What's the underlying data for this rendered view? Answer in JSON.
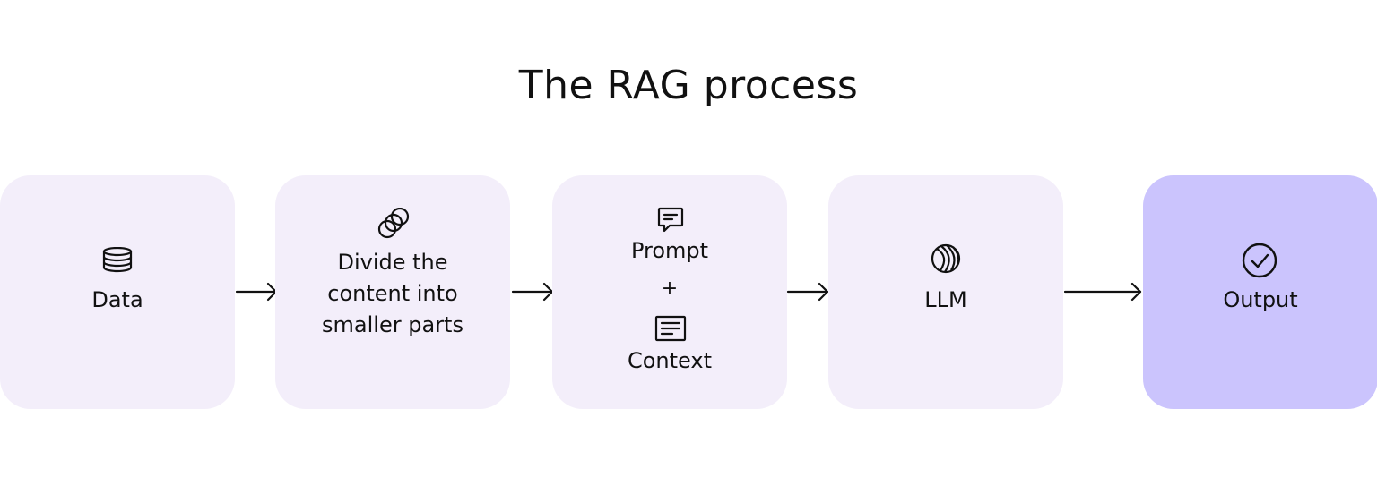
{
  "title": "The RAG process",
  "steps": [
    {
      "label": "Data",
      "icon": "database-icon"
    },
    {
      "label": "Divide the\ncontent into\nsmaller parts",
      "icon": "linked-circles-icon"
    },
    {
      "prompt_label": "Prompt",
      "plus": "+",
      "context_label": "Context",
      "prompt_icon": "chat-bubble-icon",
      "context_icon": "document-icon"
    },
    {
      "label": "LLM",
      "icon": "globe-sphere-icon"
    },
    {
      "label": "Output",
      "icon": "check-circle-icon"
    }
  ],
  "colors": {
    "box": "#f3eefa",
    "output_box": "#cbc4fd",
    "text": "#111111"
  }
}
